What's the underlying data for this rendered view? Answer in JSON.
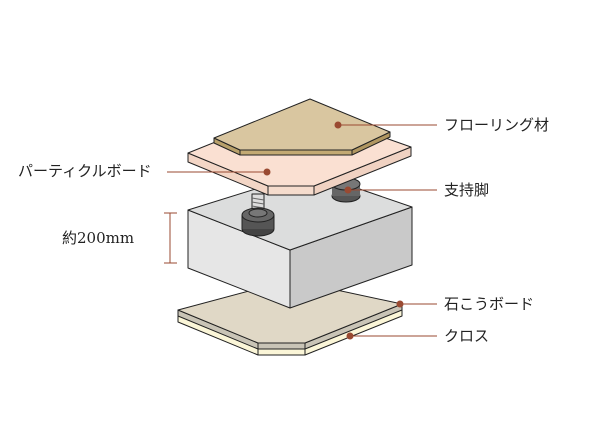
{
  "labels": {
    "flooring": "フローリング材",
    "particle_board": "パーティクルボード",
    "support_leg": "支持脚",
    "height": "約200mm",
    "gypsum_board": "石こうボード",
    "cloth": "クロス"
  },
  "colors": {
    "leader": "#9a4a32",
    "flooring": "#d9c6a0",
    "particle_board": "#fae0d2",
    "block": "#dcdcdc",
    "gypsum_board": "#e0d8c6",
    "cloth": "#fbf6d8"
  }
}
